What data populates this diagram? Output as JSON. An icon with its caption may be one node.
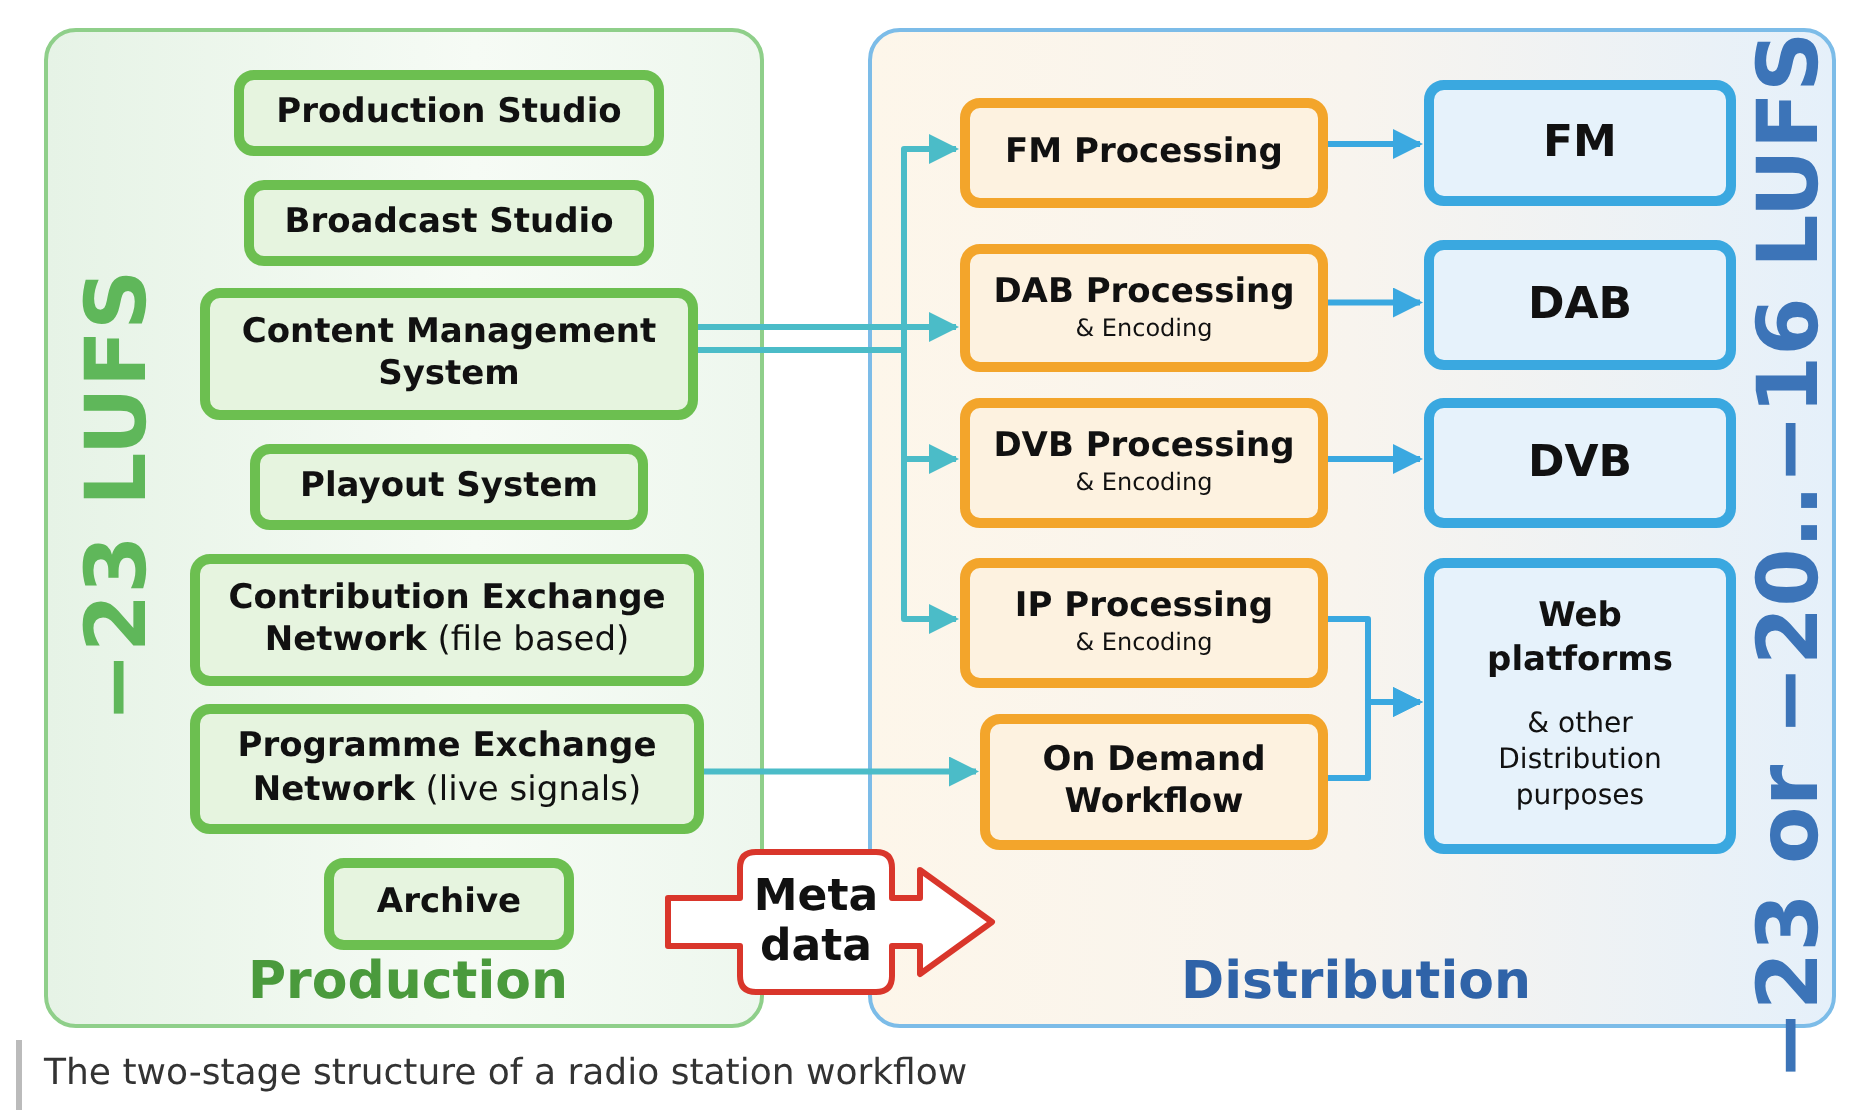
{
  "diagram": {
    "caption": "The two-stage structure of a radio station workflow",
    "nodes": [
      {
        "text": [
          "Production",
          "−23 LUFS"
        ]
      },
      {
        "text": [
          "Production Studio"
        ],
        "in": 0
      },
      {
        "text": [
          "Broadcast Studio"
        ],
        "in": 0
      },
      {
        "text": [
          "Content Management System"
        ],
        "in": 0
      },
      {
        "text": [
          "Playout System"
        ],
        "in": 0
      },
      {
        "text": [
          "**Contribution Exchange Network** (file based)"
        ],
        "in": 0
      },
      {
        "text": [
          "**Programme Exchange Network** (live signals)"
        ],
        "in": 0
      },
      {
        "text": [
          "Archive"
        ],
        "in": 0
      },
      {
        "text": [
          "Distribution",
          "−23 or −20..−16 LUFS"
        ]
      },
      {
        "text": [
          "FM Processing"
        ],
        "in": 8
      },
      {
        "text": [
          "DAB Processing",
          "& Encoding"
        ],
        "in": 8
      },
      {
        "text": [
          "DVB Processing",
          "& Encoding"
        ],
        "in": 8
      },
      {
        "text": [
          "IP Processing",
          "& Encoding"
        ],
        "in": 8
      },
      {
        "text": [
          "On Demand Workflow"
        ],
        "in": 8
      },
      {
        "text": [
          "FM"
        ],
        "in": 8
      },
      {
        "text": [
          "DAB"
        ],
        "in": 8
      },
      {
        "text": [
          "DVB"
        ],
        "in": 8
      },
      {
        "text": [
          "Web platforms",
          "& other Distribution purposes"
        ],
        "in": 8
      },
      {
        "text": [
          "Meta data"
        ]
      }
    ],
    "edges": [
      {
        "from": 3,
        "to": 9,
        "arrow": "to"
      },
      {
        "from": 3,
        "to": 10,
        "arrow": "to"
      },
      {
        "from": 3,
        "to": 11,
        "arrow": "to"
      },
      {
        "from": 3,
        "to": 12,
        "arrow": "to"
      },
      {
        "from": 6,
        "to": 13,
        "arrow": "to"
      },
      {
        "from": 9,
        "to": 14,
        "arrow": "to",
        "color": "#3aa8e0"
      },
      {
        "from": 10,
        "to": 15,
        "arrow": "to",
        "color": "#3aa8e0"
      },
      {
        "from": 11,
        "to": 16,
        "arrow": "to",
        "color": "#3aa8e0"
      },
      {
        "from": 12,
        "to": 17,
        "arrow": "to",
        "color": "#3aa8e0"
      },
      {
        "from": 13,
        "to": 17,
        "arrow": "to",
        "color": "#3aa8e0"
      }
    ]
  }
}
